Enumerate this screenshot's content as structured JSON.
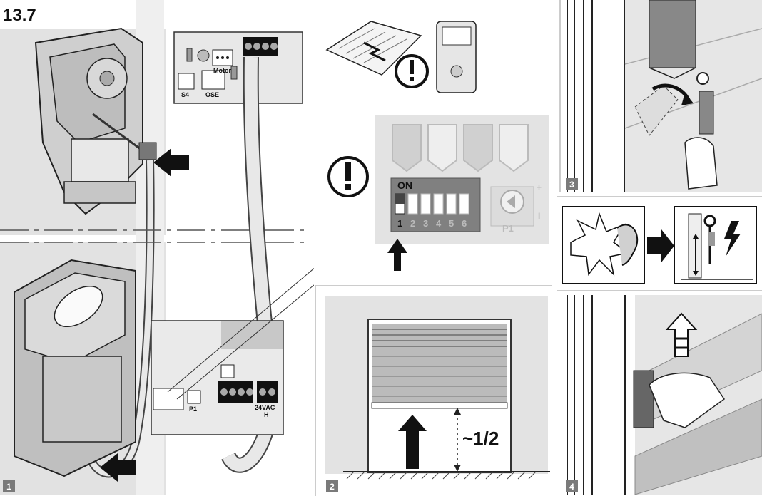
{
  "section_number": "13.7",
  "steps": [
    "1",
    "2",
    "3",
    "4"
  ],
  "connector_labels": {
    "motor": "Motor",
    "s4": "S4",
    "ose": "OSE",
    "p1_board": "P1",
    "vac": "24VAC",
    "vac_sub": "H"
  },
  "dip_panel": {
    "on_label": "ON",
    "switch_numbers": [
      "1",
      "2",
      "3",
      "4",
      "5",
      "6"
    ],
    "p1_label": "P1",
    "plus": "+",
    "minus": "I"
  },
  "door_height_label": "~1/2",
  "icons": [
    "warning-exclamation-icon",
    "manual-book-icon",
    "arrow-up-icon",
    "sound-burst-icon",
    "ear-icon",
    "lightning-icon",
    "rotate-arrow-icon"
  ]
}
